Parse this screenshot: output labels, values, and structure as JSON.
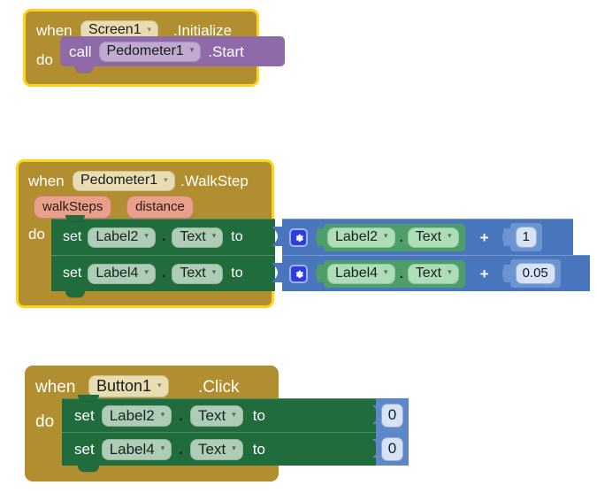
{
  "app": {
    "name": "MIT App Inventor Blocks Editor",
    "canvas_background": "#ffffff"
  },
  "palette": {
    "event_block": "#B18E2F",
    "event_selected_border": "#FFD21E",
    "event_field": "#E8DCB2",
    "call_block": "#8E6BA8",
    "call_field": "#C0AAD0",
    "parameter_pill": "#E8A08A",
    "setter_block": "#216C3C",
    "setter_field": "#AFCDB6",
    "getter_block": "#4E9E6A",
    "getter_field": "#AFDCB9",
    "join_block": "#4A76BE",
    "number_block": "#6A95D2",
    "number_field": "#D7E2F5",
    "mutator_button": "#2B3FE0"
  },
  "blocks": [
    {
      "id": "screen1-initialize",
      "kind": "event-hat",
      "selected": true,
      "when_label": "when",
      "component": "Screen1",
      "event": ".Initialize",
      "do_label": "do",
      "body": [
        {
          "kind": "call",
          "call_label": "call",
          "component": "Pedometer1",
          "method": ".Start"
        }
      ]
    },
    {
      "id": "pedometer1-walkstep",
      "kind": "event-hat",
      "selected": true,
      "when_label": "when",
      "component": "Pedometer1",
      "event": ".WalkStep",
      "do_label": "do",
      "params": [
        "walkSteps",
        "distance"
      ],
      "body": [
        {
          "kind": "setter",
          "set_label": "set",
          "component": "Label2",
          "property": "Text",
          "to_label": "to",
          "dot": ".",
          "value": {
            "kind": "join-add",
            "mutator_icon": "gear-icon",
            "operator": "+",
            "left": {
              "kind": "getter",
              "component": "Label2",
              "property": "Text",
              "dot": "."
            },
            "right": {
              "kind": "number",
              "value": "1"
            }
          }
        },
        {
          "kind": "setter",
          "set_label": "set",
          "component": "Label4",
          "property": "Text",
          "to_label": "to",
          "dot": ".",
          "value": {
            "kind": "join-add",
            "mutator_icon": "gear-icon",
            "operator": "+",
            "left": {
              "kind": "getter",
              "component": "Label4",
              "property": "Text",
              "dot": "."
            },
            "right": {
              "kind": "number",
              "value": "0.05"
            }
          }
        }
      ]
    },
    {
      "id": "button1-click",
      "kind": "event-hat",
      "selected": false,
      "when_label": "when",
      "component": "Button1",
      "event": ".Click",
      "do_label": "do",
      "body": [
        {
          "kind": "setter",
          "set_label": "set",
          "component": "Label2",
          "property": "Text",
          "to_label": "to",
          "dot": ".",
          "value": {
            "kind": "number",
            "value": "0"
          }
        },
        {
          "kind": "setter",
          "set_label": "set",
          "component": "Label4",
          "property": "Text",
          "to_label": "to",
          "dot": ".",
          "value": {
            "kind": "number",
            "value": "0"
          }
        }
      ]
    }
  ],
  "icons": {
    "caret": "▾",
    "gear": "gear-icon"
  }
}
